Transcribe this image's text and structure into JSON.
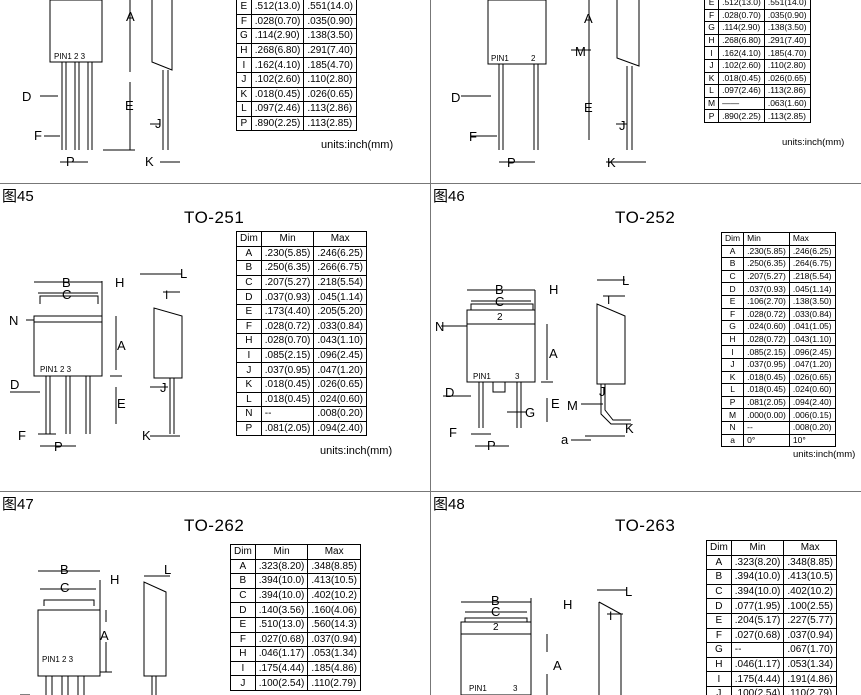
{
  "figures": {
    "f45": "图45",
    "f46": "图46",
    "f47": "图47",
    "f48": "图48"
  },
  "packages": {
    "p251": "TO-251",
    "p252": "TO-252",
    "p262": "TO-262",
    "p263": "TO-263"
  },
  "units_label": "units:inch(mm)",
  "table_headers": [
    "Dim",
    "Min",
    "Max"
  ],
  "tables": {
    "top_left": [
      [
        "E",
        ".512(13.0)",
        ".551(14.0)"
      ],
      [
        "F",
        ".028(0.70)",
        ".035(0.90)"
      ],
      [
        "G",
        ".114(2.90)",
        ".138(3.50)"
      ],
      [
        "H",
        ".268(6.80)",
        ".291(7.40)"
      ],
      [
        "I",
        ".162(4.10)",
        ".185(4.70)"
      ],
      [
        "J",
        ".102(2.60)",
        ".110(2.80)"
      ],
      [
        "K",
        ".018(0.45)",
        ".026(0.65)"
      ],
      [
        "L",
        ".097(2.46)",
        ".113(2.86)"
      ],
      [
        "P",
        ".890(2.25)",
        ".113(2.85)"
      ]
    ],
    "top_right": [
      [
        "E",
        ".512(13.0)",
        ".551(14.0)"
      ],
      [
        "F",
        ".028(0.70)",
        ".035(0.90)"
      ],
      [
        "G",
        ".114(2.90)",
        ".138(3.50)"
      ],
      [
        "H",
        ".268(6.80)",
        ".291(7.40)"
      ],
      [
        "I",
        ".162(4.10)",
        ".185(4.70)"
      ],
      [
        "J",
        ".102(2.60)",
        ".110(2.80)"
      ],
      [
        "K",
        ".018(0.45)",
        ".026(0.65)"
      ],
      [
        "L",
        ".097(2.46)",
        ".113(2.86)"
      ],
      [
        "M",
        "——",
        ".063(1.60)"
      ],
      [
        "P",
        ".890(2.25)",
        ".113(2.85)"
      ]
    ],
    "to251": [
      [
        "A",
        ".230(5.85)",
        ".246(6.25)"
      ],
      [
        "B",
        ".250(6.35)",
        ".266(6.75)"
      ],
      [
        "C",
        ".207(5.27)",
        ".218(5.54)"
      ],
      [
        "D",
        ".037(0.93)",
        ".045(1.14)"
      ],
      [
        "E",
        ".173(4.40)",
        ".205(5.20)"
      ],
      [
        "F",
        ".028(0.72)",
        ".033(0.84)"
      ],
      [
        "H",
        ".028(0.70)",
        ".043(1.10)"
      ],
      [
        "I",
        ".085(2.15)",
        ".096(2.45)"
      ],
      [
        "J",
        ".037(0.95)",
        ".047(1.20)"
      ],
      [
        "K",
        ".018(0.45)",
        ".026(0.65)"
      ],
      [
        "L",
        ".018(0.45)",
        ".024(0.60)"
      ],
      [
        "N",
        "--",
        ".008(0.20)"
      ],
      [
        "P",
        ".081(2.05)",
        ".094(2.40)"
      ]
    ],
    "to252": [
      [
        "A",
        ".230(5.85)",
        ".246(6.25)"
      ],
      [
        "B",
        ".250(6.35)",
        ".264(6.75)"
      ],
      [
        "C",
        ".207(5.27)",
        ".218(5.54)"
      ],
      [
        "D",
        ".037(0.93)",
        ".045(1.14)"
      ],
      [
        "E",
        ".106(2.70)",
        ".138(3.50)"
      ],
      [
        "F",
        ".028(0.72)",
        ".033(0.84)"
      ],
      [
        "G",
        ".024(0.60)",
        ".041(1.05)"
      ],
      [
        "H",
        ".028(0.72)",
        ".043(1.10)"
      ],
      [
        "I",
        ".085(2.15)",
        ".096(2.45)"
      ],
      [
        "J",
        ".037(0.95)",
        ".047(1.20)"
      ],
      [
        "K",
        ".018(0.45)",
        ".026(0.65)"
      ],
      [
        "L",
        ".018(0.45)",
        ".024(0.60)"
      ],
      [
        "P",
        ".081(2.05)",
        ".094(2.40)"
      ],
      [
        "M",
        ".000(0.00)",
        ".006(0.15)"
      ],
      [
        "N",
        "--",
        ".008(0.20)"
      ],
      [
        "a",
        "0°",
        "10°"
      ]
    ],
    "to262": [
      [
        "A",
        ".323(8.20)",
        ".348(8.85)"
      ],
      [
        "B",
        ".394(10.0)",
        ".413(10.5)"
      ],
      [
        "C",
        ".394(10.0)",
        ".402(10.2)"
      ],
      [
        "D",
        ".140(3.56)",
        ".160(4.06)"
      ],
      [
        "E",
        ".510(13.0)",
        ".560(14.3)"
      ],
      [
        "F",
        ".027(0.68)",
        ".037(0.94)"
      ],
      [
        "H",
        ".046(1.17)",
        ".053(1.34)"
      ],
      [
        "I",
        ".175(4.44)",
        ".185(4.86)"
      ],
      [
        "J",
        ".100(2.54)",
        ".110(2.79)"
      ]
    ],
    "to263": [
      [
        "A",
        ".323(8.20)",
        ".348(8.85)"
      ],
      [
        "B",
        ".394(10.0)",
        ".413(10.5)"
      ],
      [
        "C",
        ".394(10.0)",
        ".402(10.2)"
      ],
      [
        "D",
        ".077(1.95)",
        ".100(2.55)"
      ],
      [
        "E",
        ".204(5.17)",
        ".227(5.77)"
      ],
      [
        "F",
        ".027(0.68)",
        ".037(0.94)"
      ],
      [
        "G",
        "--",
        ".067(1.70)"
      ],
      [
        "H",
        ".046(1.17)",
        ".053(1.34)"
      ],
      [
        "I",
        ".175(4.44)",
        ".191(4.86)"
      ],
      [
        "J",
        ".100(2.54)",
        ".110(2.79)"
      ]
    ]
  },
  "drawing_labels": {
    "top_left": {
      "A": "A",
      "D": "D",
      "E": "E",
      "F": "F",
      "J": "J",
      "K": "K",
      "P": "P",
      "pin": "PIN1  2   3"
    },
    "top_right": {
      "A": "A",
      "M": "M",
      "D": "D",
      "E": "E",
      "F": "F",
      "J": "J",
      "K": "K",
      "P": "P",
      "pin": "PIN1",
      "pin2": "2"
    },
    "to251": {
      "B": "B",
      "C": "C",
      "H": "H",
      "L": "L",
      "N": "N",
      "I": "I",
      "A": "A",
      "D": "D",
      "J": "J",
      "E": "E",
      "F": "F",
      "K": "K",
      "P": "P",
      "pin": "PIN1  2   3"
    },
    "to252": {
      "B": "B",
      "C": "C",
      "H": "H",
      "L": "L",
      "N": "N",
      "I": "I",
      "A": "A",
      "D": "D",
      "J": "J",
      "E": "E",
      "F": "F",
      "K": "K",
      "P": "P",
      "G": "G",
      "M": "M",
      "a": "a",
      "pin": "PIN1",
      "pin3": "3",
      "tab": "2"
    },
    "to262": {
      "B": "B",
      "C": "C",
      "H": "H",
      "L": "L",
      "A": "A",
      "pin": "PIN1  2   3"
    },
    "to263": {
      "B": "B",
      "C": "C",
      "H": "H",
      "L": "L",
      "I": "I",
      "A": "A",
      "tab": "2",
      "pin": "PIN1",
      "pin3": "3"
    }
  }
}
